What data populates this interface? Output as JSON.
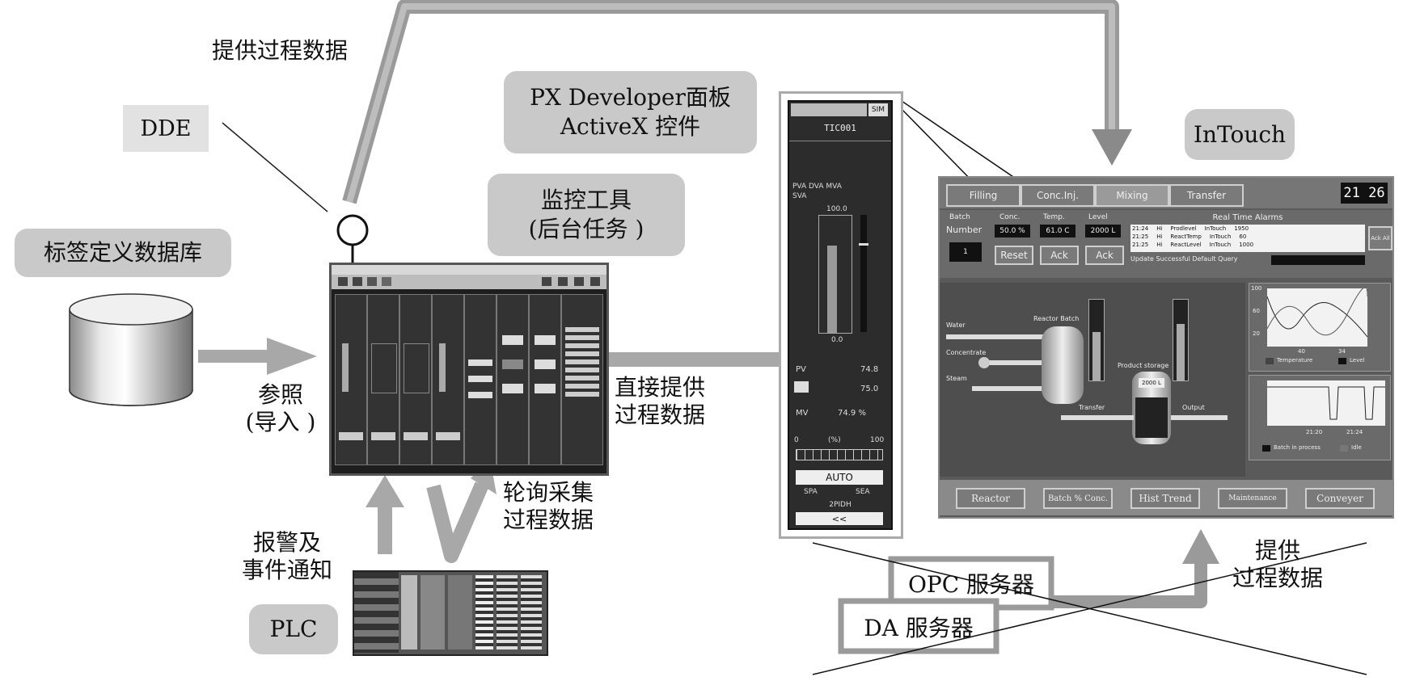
{
  "labels": {
    "provide_process_data_top": "提供过程数据",
    "dde": "DDE",
    "px_developer_line1": "PX Developer面板",
    "px_developer_line2": "ActiveX 控件",
    "monitor_tool_line1": "监控工具",
    "monitor_tool_line2": "(后台任务 )",
    "tag_db": "标签定义数据库",
    "reference_line1": "参照",
    "reference_line2": "(导入 )",
    "direct_provide_line1": "直接提供",
    "direct_provide_line2": "过程数据",
    "polling_line1": "轮询采集",
    "polling_line2": "过程数据",
    "alarm_line1": "报警及",
    "alarm_line2": "事件通知",
    "plc": "PLC",
    "intouch": "InTouch",
    "opc_server": "OPC 服务器",
    "da_server": "DA 服务器",
    "provide_right_line1": "提供",
    "provide_right_line2": "过程数据"
  },
  "faceplate": {
    "sim": "SIM",
    "tag": "TIC001",
    "header": "PVA  DVA  MVA",
    "sva": "SVA",
    "scale_top": "100.0",
    "scale_bottom": "0.0",
    "pv_label": "PV",
    "pv_value": "74.8",
    "sv_value": "75.0",
    "mv_label": "MV",
    "mv_value": "74.9  %",
    "range_left": "0",
    "range_mid": "(%)",
    "range_right": "100",
    "mode": "AUTO",
    "spa": "SPA",
    "sea": "SEA",
    "type": "2PIDH",
    "collapse": "<<"
  },
  "intouch_screen": {
    "tabs": [
      "Filling",
      "Conc.Inj.",
      "Mixing",
      "Transfer"
    ],
    "clock": "21 26",
    "batch_label": "Batch",
    "number_label": "Number",
    "batch_value": "1",
    "conc_label": "Conc.",
    "conc_value": "50.0 %",
    "temp_label": "Temp.",
    "temp_value": "61.0 C",
    "level_label": "Level",
    "level_value": "2000 L",
    "reset": "Reset",
    "ack1": "Ack",
    "ack2": "Ack",
    "alarms_title": "Real Time Alarms",
    "alarm_rows": [
      [
        "21:24",
        "Hi",
        "Prodlevel",
        "InTouch",
        "1950"
      ],
      [
        "21:25",
        "Hi",
        "ReactTemp",
        "InTouch",
        "60"
      ],
      [
        "21:25",
        "Hi",
        "ReactLevel",
        "InTouch",
        "1000"
      ]
    ],
    "ack_all": "Ack All",
    "status": "Update Successful Default Query",
    "water": "Water",
    "concentrate": "Concentrate",
    "steam": "Steam",
    "reactor_batch": "Reactor Batch",
    "product_storage": "Product storage",
    "transfer": "Transfer",
    "output": "Output",
    "storage_value": "2000 L",
    "trend1_ymax": "100",
    "trend1_ymid": "60",
    "trend1_ylow": "20",
    "trend1_x1": "40",
    "trend1_x2": "34",
    "legend_temperature": "Temperature",
    "legend_level": "Level",
    "trend2_x1": "21:20",
    "trend2_x2": "21:24",
    "legend_batch": "Batch in process",
    "legend_idle": "Idle",
    "bottom_buttons": [
      "Reactor",
      "Batch % Conc.",
      "Hist Trend",
      "Maintenance",
      "Conveyer"
    ]
  },
  "colors": {
    "pill_bg": "#c9c9c9",
    "arrow": "#9a9a9a",
    "panel_dark": "#2a2a2a"
  }
}
